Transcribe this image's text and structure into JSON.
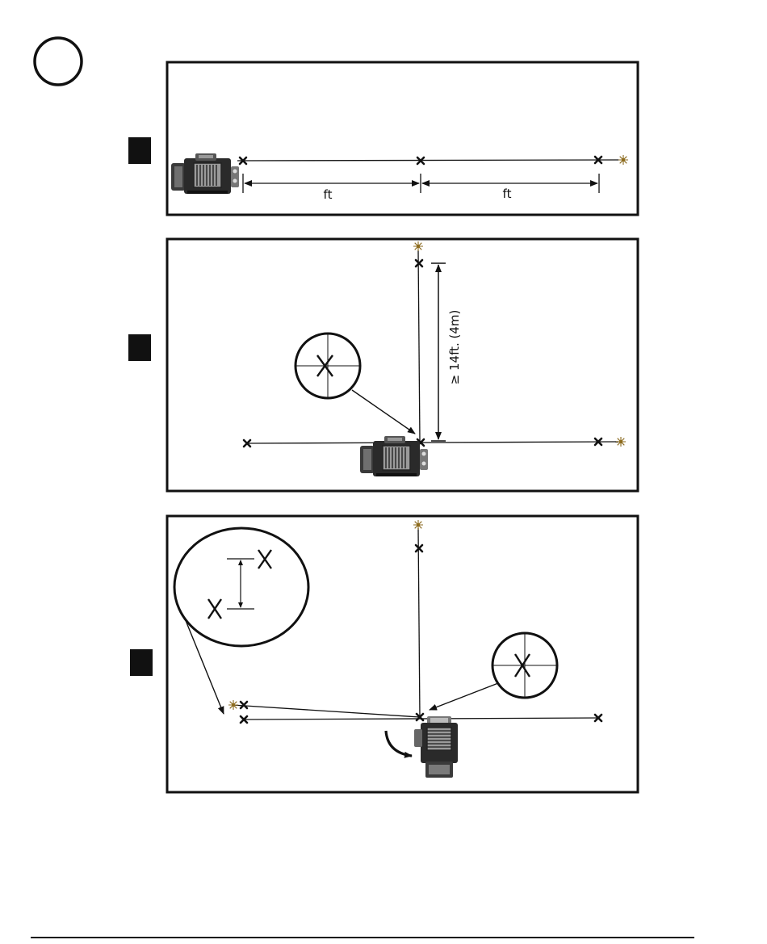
{
  "colors": {
    "ink": "#111111",
    "laser": "#b8860b",
    "tool_body": "#2a2a2a",
    "tool_panel": "#9a9a9a"
  },
  "icons": {
    "step_marker": "circle-outline-icon",
    "panel_tag": "black-square-icon",
    "mark": "x-mark-icon",
    "laser_point": "laser-burst-icon",
    "rotation": "curved-arrow-icon",
    "tool": "laser-level-tool-icon"
  },
  "panel1": {
    "label_left_distance": "ft",
    "label_right_distance": "ft"
  },
  "panel2": {
    "label_distance": "≥ 14ft. (4m)"
  },
  "panel3": {}
}
